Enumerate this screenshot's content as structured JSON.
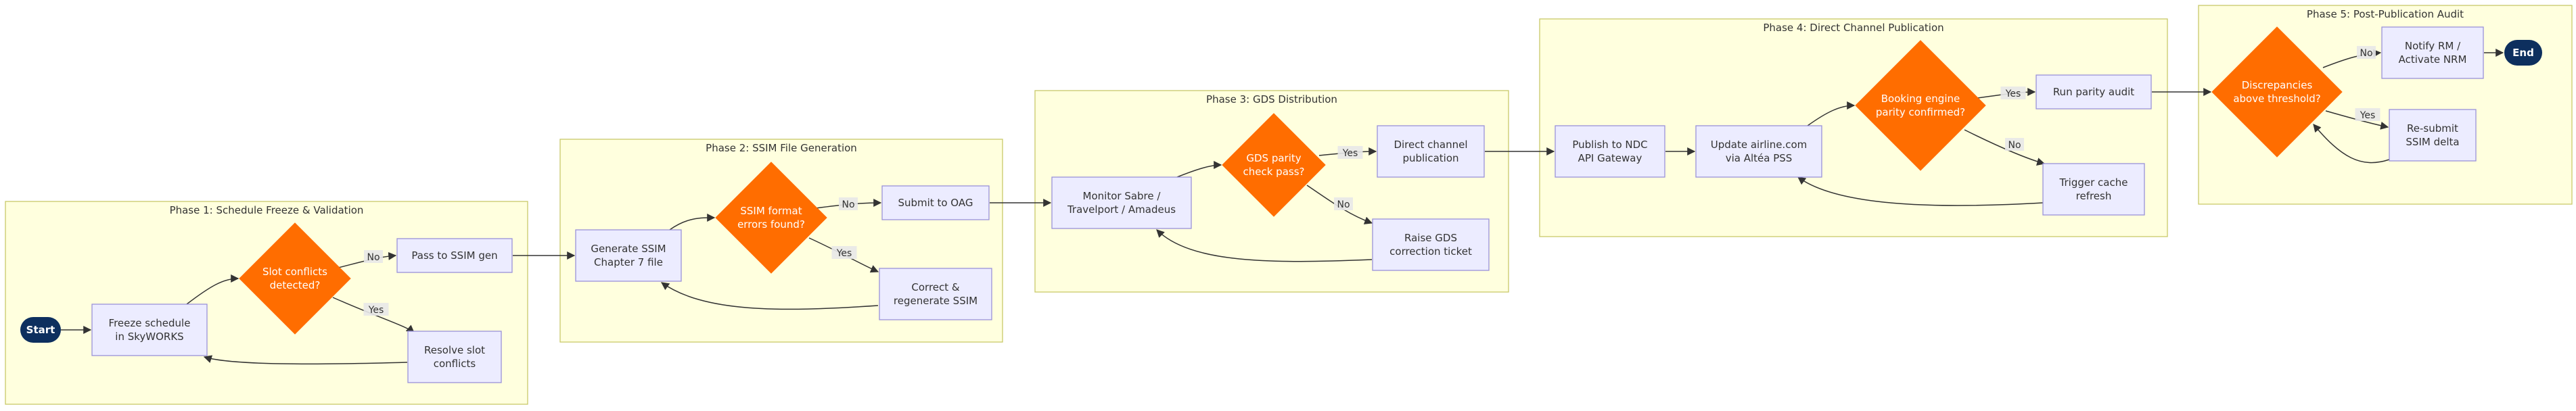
{
  "colors": {
    "phase_fill": "#ffffde",
    "phase_stroke": "#c8c86a",
    "process_fill": "#ececff",
    "process_stroke": "#9a92d8",
    "decision_fill": "#ff6d00",
    "terminal_fill": "#0d2f5e",
    "edge": "#333333"
  },
  "phases": [
    {
      "id": "p1",
      "title": "Phase 1: Schedule Freeze & Validation"
    },
    {
      "id": "p2",
      "title": "Phase 2: SSIM File Generation"
    },
    {
      "id": "p3",
      "title": "Phase 3: GDS Distribution"
    },
    {
      "id": "p4",
      "title": "Phase 4: Direct Channel Publication"
    },
    {
      "id": "p5",
      "title": "Phase 5: Post-Publication Audit"
    }
  ],
  "nodes": [
    {
      "id": "start",
      "kind": "terminal",
      "lines": [
        "Start"
      ]
    },
    {
      "id": "freeze",
      "kind": "process",
      "lines": [
        "Freeze schedule",
        "in SkyWORKS"
      ]
    },
    {
      "id": "slot_dec",
      "kind": "decision",
      "lines": [
        "Slot conflicts",
        "detected?"
      ]
    },
    {
      "id": "resolve",
      "kind": "process",
      "lines": [
        "Resolve slot",
        "conflicts"
      ]
    },
    {
      "id": "pass_ssim",
      "kind": "process",
      "lines": [
        "Pass to SSIM gen"
      ]
    },
    {
      "id": "gen_ssim",
      "kind": "process",
      "lines": [
        "Generate SSIM",
        "Chapter 7 file"
      ]
    },
    {
      "id": "ssim_dec",
      "kind": "decision",
      "lines": [
        "SSIM format",
        "errors found?"
      ]
    },
    {
      "id": "submit_oag",
      "kind": "process",
      "lines": [
        "Submit to OAG"
      ]
    },
    {
      "id": "correct",
      "kind": "process",
      "lines": [
        "Correct &",
        "regenerate SSIM"
      ]
    },
    {
      "id": "monitor",
      "kind": "process",
      "lines": [
        "Monitor Sabre /",
        "Travelport / Amadeus"
      ]
    },
    {
      "id": "gds_dec",
      "kind": "decision",
      "lines": [
        "GDS parity",
        "check pass?"
      ]
    },
    {
      "id": "direct_pub",
      "kind": "process",
      "lines": [
        "Direct channel",
        "publication"
      ]
    },
    {
      "id": "raise_gds",
      "kind": "process",
      "lines": [
        "Raise GDS",
        "correction ticket"
      ]
    },
    {
      "id": "ndc",
      "kind": "process",
      "lines": [
        "Publish to NDC",
        "API Gateway"
      ]
    },
    {
      "id": "update_web",
      "kind": "process",
      "lines": [
        "Update airline.com",
        "via Altéa PSS"
      ]
    },
    {
      "id": "book_dec",
      "kind": "decision",
      "lines": [
        "Booking engine",
        "parity confirmed?"
      ]
    },
    {
      "id": "parity_audit",
      "kind": "process",
      "lines": [
        "Run parity audit"
      ]
    },
    {
      "id": "cache",
      "kind": "process",
      "lines": [
        "Trigger cache",
        "refresh"
      ]
    },
    {
      "id": "disc_dec",
      "kind": "decision",
      "lines": [
        "Discrepancies",
        "above threshold?"
      ]
    },
    {
      "id": "notify",
      "kind": "process",
      "lines": [
        "Notify RM /",
        "Activate NRM"
      ]
    },
    {
      "id": "resubmit",
      "kind": "process",
      "lines": [
        "Re-submit",
        "SSIM delta"
      ]
    },
    {
      "id": "end",
      "kind": "terminal",
      "lines": [
        "End"
      ]
    }
  ],
  "edges": [
    {
      "id": "e_start_freeze",
      "from": "start",
      "to": "freeze",
      "label": ""
    },
    {
      "id": "e_freeze_slot",
      "from": "freeze",
      "to": "slot_dec",
      "label": ""
    },
    {
      "id": "e_slot_no",
      "from": "slot_dec",
      "to": "pass_ssim",
      "label": "No"
    },
    {
      "id": "e_slot_yes",
      "from": "slot_dec",
      "to": "resolve",
      "label": "Yes"
    },
    {
      "id": "e_resolve_freeze",
      "from": "resolve",
      "to": "freeze",
      "label": ""
    },
    {
      "id": "e_pass_gen",
      "from": "pass_ssim",
      "to": "gen_ssim",
      "label": ""
    },
    {
      "id": "e_gen_ssimdec",
      "from": "gen_ssim",
      "to": "ssim_dec",
      "label": ""
    },
    {
      "id": "e_ssim_no",
      "from": "ssim_dec",
      "to": "submit_oag",
      "label": "No"
    },
    {
      "id": "e_ssim_yes",
      "from": "ssim_dec",
      "to": "correct",
      "label": "Yes"
    },
    {
      "id": "e_correct_gen",
      "from": "correct",
      "to": "gen_ssim",
      "label": ""
    },
    {
      "id": "e_oag_monitor",
      "from": "submit_oag",
      "to": "monitor",
      "label": ""
    },
    {
      "id": "e_monitor_gds",
      "from": "monitor",
      "to": "gds_dec",
      "label": ""
    },
    {
      "id": "e_gds_yes",
      "from": "gds_dec",
      "to": "direct_pub",
      "label": "Yes"
    },
    {
      "id": "e_gds_no",
      "from": "gds_dec",
      "to": "raise_gds",
      "label": "No"
    },
    {
      "id": "e_raise_monitor",
      "from": "raise_gds",
      "to": "monitor",
      "label": ""
    },
    {
      "id": "e_direct_ndc",
      "from": "direct_pub",
      "to": "ndc",
      "label": ""
    },
    {
      "id": "e_ndc_update",
      "from": "ndc",
      "to": "update_web",
      "label": ""
    },
    {
      "id": "e_update_book",
      "from": "update_web",
      "to": "book_dec",
      "label": ""
    },
    {
      "id": "e_book_yes",
      "from": "book_dec",
      "to": "parity_audit",
      "label": "Yes"
    },
    {
      "id": "e_book_no",
      "from": "book_dec",
      "to": "cache",
      "label": "No"
    },
    {
      "id": "e_cache_update",
      "from": "cache",
      "to": "update_web",
      "label": ""
    },
    {
      "id": "e_audit_disc",
      "from": "parity_audit",
      "to": "disc_dec",
      "label": ""
    },
    {
      "id": "e_disc_no",
      "from": "disc_dec",
      "to": "notify",
      "label": "No"
    },
    {
      "id": "e_disc_yes",
      "from": "disc_dec",
      "to": "resubmit",
      "label": "Yes"
    },
    {
      "id": "e_resubmit_disc",
      "from": "resubmit",
      "to": "disc_dec",
      "label": ""
    },
    {
      "id": "e_notify_end",
      "from": "notify",
      "to": "end",
      "label": ""
    }
  ]
}
